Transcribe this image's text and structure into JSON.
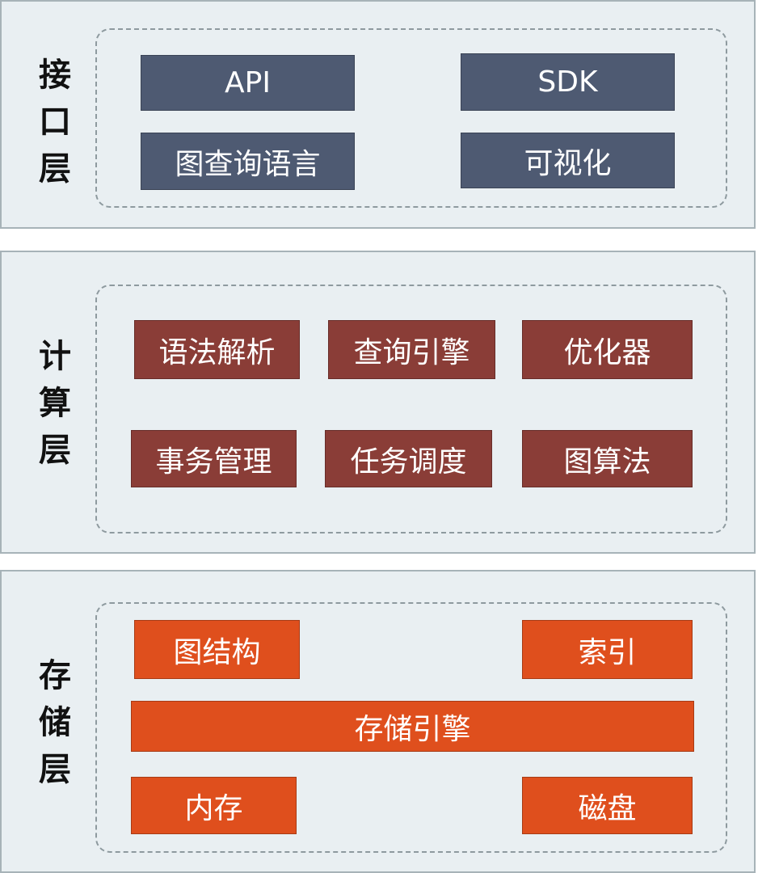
{
  "colors": {
    "interface_box": "#4e5a72",
    "compute_box": "#8a3d37",
    "storage_box": "#df4f1d",
    "panel_bg": "#e9eff2"
  },
  "layers": [
    {
      "title_chars": [
        "接",
        "口",
        "层"
      ],
      "title": "接口层",
      "items": [
        "API",
        "SDK",
        "图查询语言",
        "可视化"
      ]
    },
    {
      "title_chars": [
        "计",
        "算",
        "层"
      ],
      "title": "计算层",
      "items": [
        "语法解析",
        "查询引擎",
        "优化器",
        "事务管理",
        "任务调度",
        "图算法"
      ]
    },
    {
      "title_chars": [
        "存",
        "储",
        "层"
      ],
      "title": "存储层",
      "items": [
        "图结构",
        "索引",
        "存储引擎",
        "内存",
        "磁盘"
      ]
    }
  ]
}
